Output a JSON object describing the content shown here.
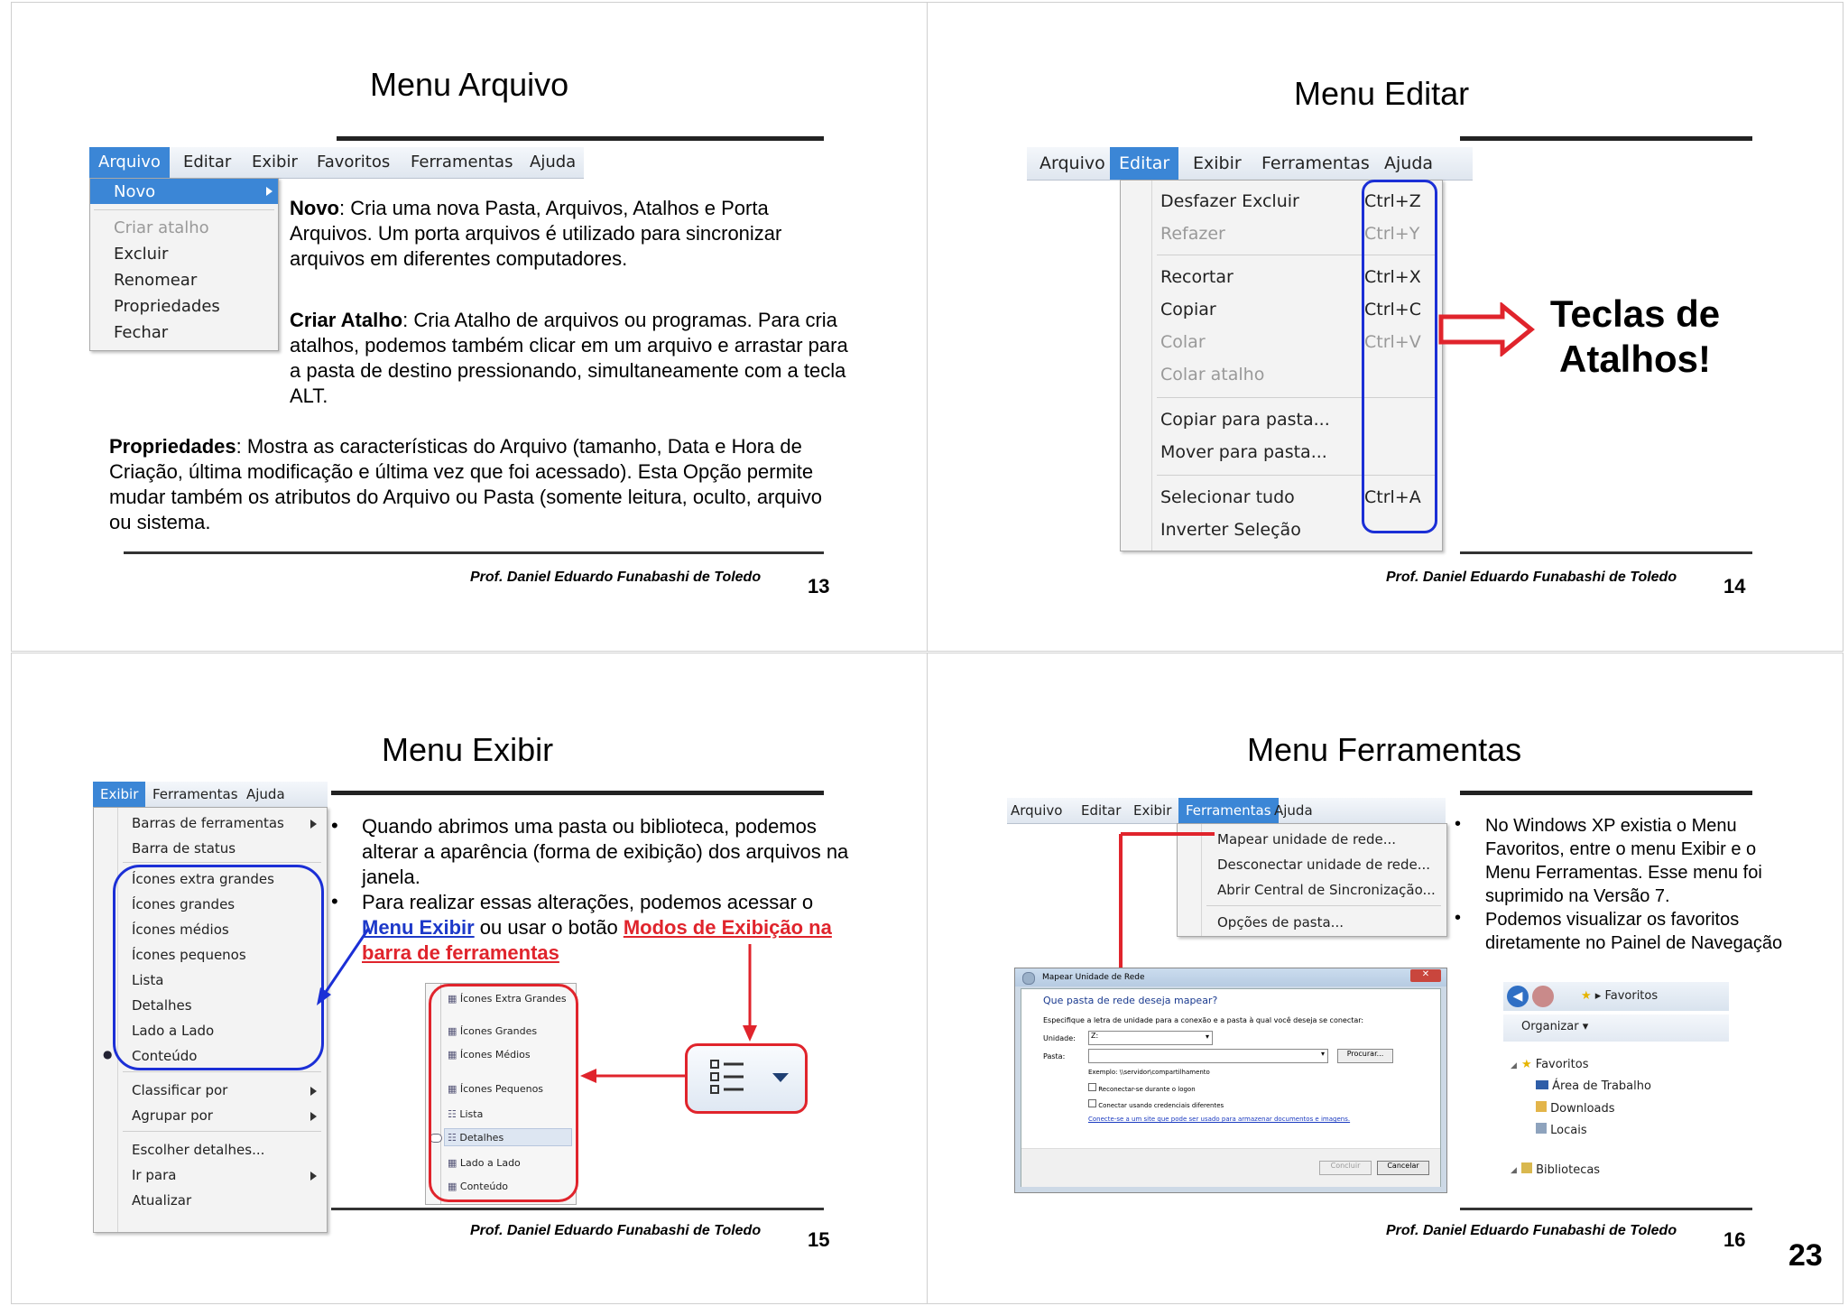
{
  "page_number": "23",
  "slides": [
    {
      "title": "Menu Arquivo",
      "footer": "Prof. Daniel Eduardo Funabashi de Toledo",
      "number": "13",
      "menubar": [
        "Arquivo",
        "Editar",
        "Exibir",
        "Favoritos",
        "Ferramentas",
        "Ajuda"
      ],
      "menu_items": [
        "Novo",
        "Criar atalho",
        "Excluir",
        "Renomear",
        "Propriedades",
        "Fechar"
      ],
      "p1_bold": "Novo",
      "p1_text": ": Cria uma nova Pasta, Arquivos,  Atalhos e Porta Arquivos. Um porta arquivos é utilizado para sincronizar arquivos em diferentes computadores.",
      "p2_bold": "Criar Atalho",
      "p2_text": ": Cria Atalho de arquivos ou programas. Para cria atalhos, podemos também clicar em um arquivo e arrastar para a pasta de destino pressionando, simultaneamente com a tecla ALT.",
      "p3_bold": "Propriedades",
      "p3_text": ": Mostra as características do Arquivo (tamanho, Data e Hora de Criação, última modificação e última vez que foi acessado). Esta Opção permite mudar também os atributos do Arquivo ou Pasta (somente leitura, oculto, arquivo ou sistema."
    },
    {
      "title": "Menu Editar",
      "footer": "Prof. Daniel Eduardo Funabashi de Toledo",
      "number": "14",
      "menubar": [
        "Arquivo",
        "Editar",
        "Exibir",
        "Ferramentas",
        "Ajuda"
      ],
      "menu_items": [
        {
          "label": "Desfazer Excluir",
          "shortcut": "Ctrl+Z"
        },
        {
          "label": "Refazer",
          "shortcut": "Ctrl+Y"
        },
        {
          "label": "Recortar",
          "shortcut": "Ctrl+X"
        },
        {
          "label": "Copiar",
          "shortcut": "Ctrl+C"
        },
        {
          "label": "Colar",
          "shortcut": "Ctrl+V"
        },
        {
          "label": "Colar atalho",
          "shortcut": ""
        },
        {
          "label": "Copiar para pasta...",
          "shortcut": ""
        },
        {
          "label": "Mover para pasta...",
          "shortcut": ""
        },
        {
          "label": "Selecionar tudo",
          "shortcut": "Ctrl+A"
        },
        {
          "label": "Inverter Seleção",
          "shortcut": ""
        }
      ],
      "callout_line1": "Teclas de",
      "callout_line2": "Atalhos!"
    },
    {
      "title": "Menu Exibir",
      "footer": "Prof. Daniel Eduardo Funabashi de Toledo",
      "number": "15",
      "menubar": [
        "Exibir",
        "Ferramentas",
        "Ajuda"
      ],
      "menu_items": [
        "Barras de ferramentas",
        "Barra de status",
        "Ícones extra grandes",
        "Ícones grandes",
        "Ícones médios",
        "Ícones pequenos",
        "Lista",
        "Detalhes",
        "Lado a Lado",
        "Conteúdo",
        "Classificar por",
        "Agrupar por",
        "Escolher detalhes...",
        "Ir para",
        "Atualizar"
      ],
      "bullet1": "Quando abrimos uma pasta ou biblioteca, podemos alterar a aparência (forma de exibição) dos arquivos na janela.",
      "bullet2_a": "Para realizar essas alterações, podemos acessar o ",
      "bullet2_link1": "Menu Exibir",
      "bullet2_b": " ou usar o botão ",
      "bullet2_link2": "Modos de Exibição na barra de ferramentas",
      "view_options": [
        "Ícones Extra Grandes",
        "Ícones Grandes",
        "Ícones Médios",
        "Ícones Pequenos",
        "Lista",
        "Detalhes",
        "Lado a Lado",
        "Conteúdo"
      ]
    },
    {
      "title": "Menu Ferramentas",
      "footer": "Prof. Daniel Eduardo Funabashi de Toledo",
      "number": "16",
      "menubar": [
        "Arquivo",
        "Editar",
        "Exibir",
        "Ferramentas",
        "Ajuda"
      ],
      "menu_items": [
        "Mapear unidade de rede...",
        "Desconectar unidade de rede...",
        "Abrir Central de Sincronização...",
        "Opções de pasta..."
      ],
      "bullet1": "No Windows XP existia o Menu Favoritos, entre o menu Exibir e o Menu Ferramentas. Esse menu foi suprimido na Versão 7.",
      "bullet2": "Podemos visualizar os favoritos diretamente no Painel de Navegação",
      "dialog": {
        "title": "Mapear Unidade de Rede",
        "question": "Que pasta de rede deseja mapear?",
        "instructions": "Especifique a letra de unidade para a conexão e a pasta à qual você deseja se conectar:",
        "drive_label": "Unidade:",
        "drive_value": "Z:",
        "folder_label": "Pasta:",
        "browse": "Procurar...",
        "example": "Exemplo: \\\\servidor\\compartilhamento",
        "check1": "Reconectar-se durante o logon",
        "check2": "Conectar usando credenciais diferentes",
        "link": "Conecte-se a um site que pode ser usado para armazenar documentos e imagens.",
        "finish": "Concluir",
        "cancel": "Cancelar"
      },
      "nav": {
        "breadcrumb": "Favoritos",
        "organize": "Organizar",
        "favorites": "Favoritos",
        "items": [
          "Área de Trabalho",
          "Downloads",
          "Locais"
        ],
        "libraries": "Bibliotecas"
      }
    }
  ]
}
